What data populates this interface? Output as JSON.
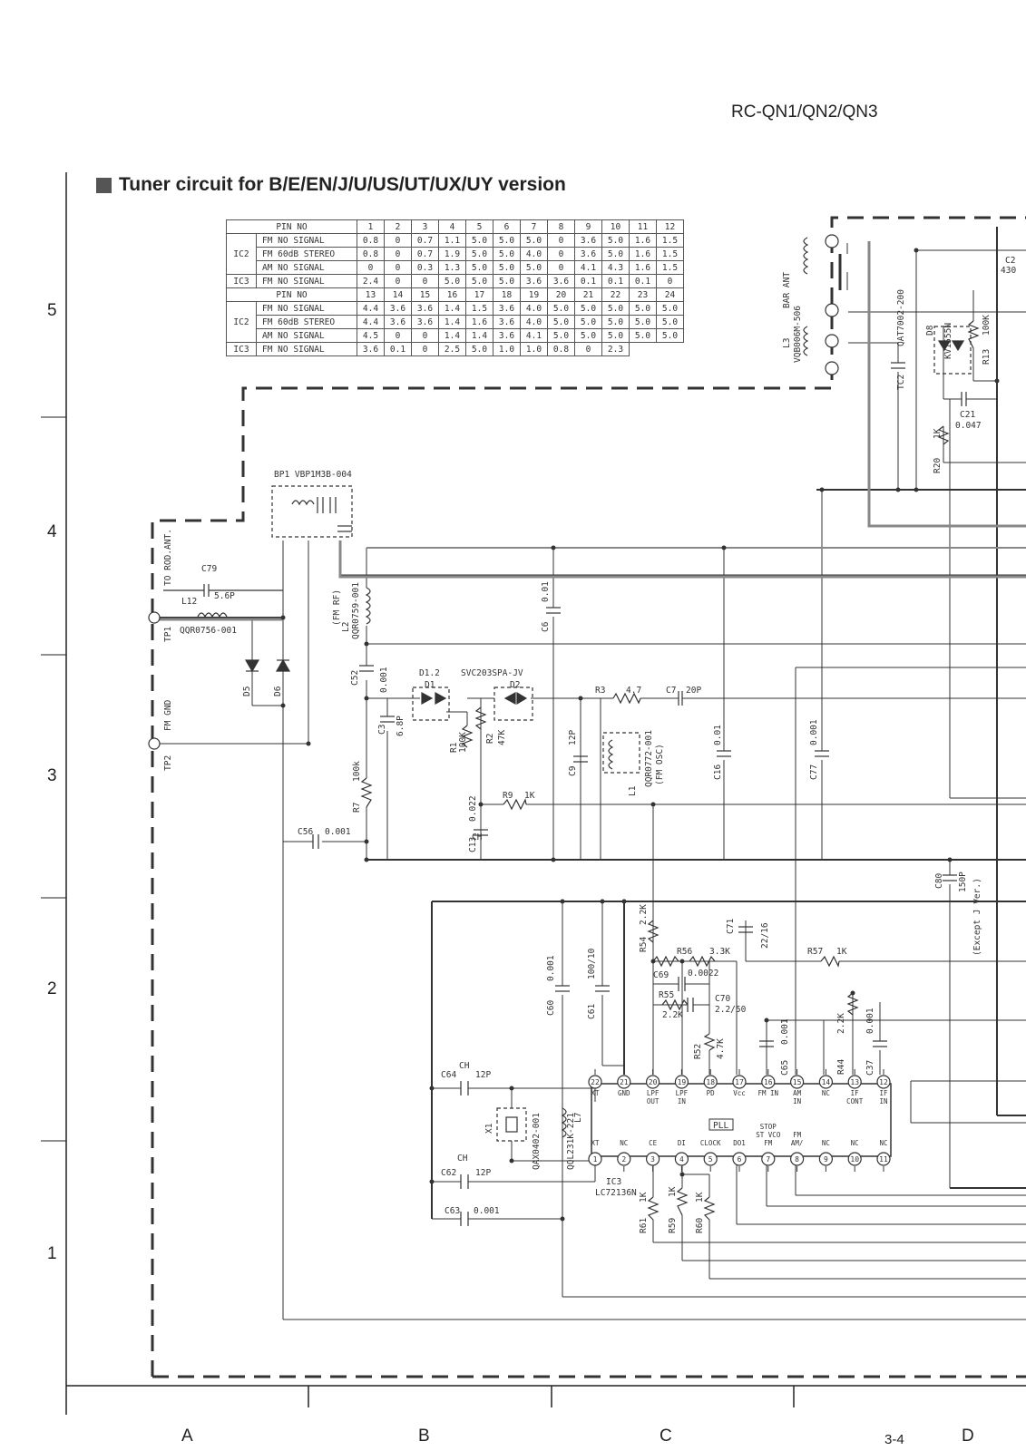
{
  "header": {
    "model": "RC-QN1/QN2/QN3",
    "section_title": "Tuner circuit for B/E/EN/J/U/US/UT/UX/UY version"
  },
  "grid": {
    "rows": [
      "5",
      "4",
      "3",
      "2",
      "1"
    ],
    "columns": [
      "A",
      "B",
      "C",
      "D"
    ],
    "page_number": "3-4"
  },
  "pin_table": {
    "header_label": "PIN NO",
    "pins_a": [
      "1",
      "2",
      "3",
      "4",
      "5",
      "6",
      "7",
      "8",
      "9",
      "10",
      "11",
      "12"
    ],
    "pins_b": [
      "13",
      "14",
      "15",
      "16",
      "17",
      "18",
      "19",
      "20",
      "21",
      "22",
      "23",
      "24"
    ],
    "block_a": [
      {
        "ic": "IC2",
        "rows": [
          {
            "cond": "FM NO SIGNAL",
            "v": [
              "0.8",
              "0",
              "0.7",
              "1.1",
              "5.0",
              "5.0",
              "5.0",
              "0",
              "3.6",
              "5.0",
              "1.6",
              "1.5"
            ]
          },
          {
            "cond": "FM 60dB STEREO",
            "v": [
              "0.8",
              "0",
              "0.7",
              "1.9",
              "5.0",
              "5.0",
              "4.0",
              "0",
              "3.6",
              "5.0",
              "1.6",
              "1.5"
            ]
          },
          {
            "cond": "AM NO SIGNAL",
            "v": [
              "0",
              "0",
              "0.3",
              "1.3",
              "5.0",
              "5.0",
              "5.0",
              "0",
              "4.1",
              "4.3",
              "1.6",
              "1.5"
            ]
          }
        ]
      },
      {
        "ic": "IC3",
        "rows": [
          {
            "cond": "FM NO SIGNAL",
            "v": [
              "2.4",
              "0",
              "0",
              "5.0",
              "5.0",
              "5.0",
              "3.6",
              "3.6",
              "0.1",
              "0.1",
              "0.1",
              "0"
            ]
          }
        ]
      }
    ],
    "block_b": [
      {
        "ic": "IC2",
        "rows": [
          {
            "cond": "FM NO SIGNAL",
            "v": [
              "4.4",
              "3.6",
              "3.6",
              "1.4",
              "1.5",
              "3.6",
              "4.0",
              "5.0",
              "5.0",
              "5.0",
              "5.0",
              "5.0"
            ]
          },
          {
            "cond": "FM 60dB STEREO",
            "v": [
              "4.4",
              "3.6",
              "3.6",
              "1.4",
              "1.6",
              "3.6",
              "4.0",
              "5.0",
              "5.0",
              "5.0",
              "5.0",
              "5.0"
            ]
          },
          {
            "cond": "AM NO SIGNAL",
            "v": [
              "4.5",
              "0",
              "0",
              "1.4",
              "1.4",
              "3.6",
              "4.1",
              "5.0",
              "5.0",
              "5.0",
              "5.0",
              "5.0"
            ]
          }
        ]
      },
      {
        "ic": "IC3",
        "rows": [
          {
            "cond": "FM NO SIGNAL",
            "v": [
              "3.6",
              "0.1",
              "0",
              "2.5",
              "5.0",
              "1.0",
              "1.0",
              "0.8",
              "0",
              "2.3",
              "",
              ""
            ]
          }
        ]
      }
    ]
  },
  "labels": {
    "bp1": "BP1  VBP1M3B-004",
    "to_rod_ant": "TO ROD.ANT.",
    "tp1": "TP1",
    "fm_gnd": "FM GND",
    "tp2": "TP2",
    "c79": "C79",
    "c79_val": "5.6P",
    "l12": "L12",
    "l12_val": "QQR0756-001",
    "d5": "D5",
    "d6": "D6",
    "l2": "L2",
    "l2_part": "QQR0759-001",
    "l2_note": "(FM RF)",
    "c6": "C6",
    "c6_val": "0.01",
    "c52": "C52",
    "c52_val": "0.001",
    "d12": "D1.2",
    "d12_part": "SVC203SPA-JV",
    "d1": "D1",
    "d2": "D2",
    "r3": "R3",
    "r3_val": "4.7",
    "c7": "C7",
    "c7_val": "20P",
    "c3": "C3",
    "c3_val": "6.8P",
    "r1": "R1",
    "r1_val": "100K",
    "r2": "R2",
    "r2_val": "47K",
    "c9": "C9",
    "c9_val": "12P",
    "l1": "L1",
    "l1_part": "QQR0772-001",
    "l1_note": "(FM OSC)",
    "c16": "C16",
    "c16_val": "0.01",
    "c77": "C77",
    "c77_val": "0.001",
    "r7": "R7",
    "r7_val": "100k",
    "r9": "R9",
    "r9_val": "1K",
    "c13": "C13",
    "c13_val": "0.022",
    "c56": "C56",
    "c56_val": "0.001",
    "ch_mark": "CH",
    "c80": "C80",
    "c80_val": "150P",
    "c80_note": "(Except J Ver.)",
    "l3": "L3",
    "l3_part": "VQB006M-506",
    "bar_ant": "BAR ANT",
    "tc2": "TC2",
    "tc2_part": "QAT7002-200",
    "d8": "D8",
    "d8_part": "KV1555N",
    "r13": "R13",
    "r13_val": "100K",
    "c21": "C21",
    "c21_val": "0.047",
    "r20": "R20",
    "r20_val": "1K",
    "c2_partial": "C2",
    "c2_val_partial": "430",
    "r54": "R54",
    "r54_val": "2.2K",
    "c71": "C71",
    "c71_val": "22/16",
    "r56": "R56",
    "r56_val": "3.3K",
    "r57": "R57",
    "r57_val": "1K",
    "c69": "C69",
    "c69_val": "0.0022",
    "r55": "R55",
    "r55_val": "2.2K",
    "c70": "C70",
    "c70_val": "2.2/50",
    "r52": "R52",
    "r52_val": "4.7K",
    "c60": "C60",
    "c60_val": "0.001",
    "c61": "C61",
    "c61_val": "100/10",
    "c65": "C65",
    "c65_val": "0.001",
    "r44": "R44",
    "r44_val": "2.2K",
    "c37": "C37",
    "c37_val": "0.001",
    "c64": "C64",
    "c64_val": "12P",
    "c62": "C62",
    "c62_val": "12P",
    "c63": "C63",
    "c63_val": "0.001",
    "x1": "X1",
    "x1_part": "QAX0402-001",
    "l7": "L7",
    "l7_part": "QQL231K-221",
    "ic3": "IC3",
    "ic3_part": "LC72136N",
    "pll": "PLL",
    "r61": "R61",
    "r61_val": "1K",
    "r59": "R59",
    "r59_val": "1K",
    "r60": "R60",
    "r60_val": "1K"
  },
  "ic3_pins": {
    "top": [
      {
        "n": "22",
        "l": "XT"
      },
      {
        "n": "21",
        "l": "GND"
      },
      {
        "n": "20",
        "l": "LPF",
        "l2": "OUT"
      },
      {
        "n": "19",
        "l": "LPF",
        "l2": "IN"
      },
      {
        "n": "18",
        "l": "PD"
      },
      {
        "n": "17",
        "l": "Vcc"
      },
      {
        "n": "16",
        "l": "FM IN"
      },
      {
        "n": "15",
        "l": "AM",
        "l2": "IN"
      },
      {
        "n": "14",
        "l": "NC"
      },
      {
        "n": "13",
        "l": "IF",
        "l2": "CONT"
      },
      {
        "n": "12",
        "l": "IF",
        "l2": "IN"
      }
    ],
    "bottom": [
      {
        "n": "1",
        "l": "XT"
      },
      {
        "n": "2",
        "l": "NC"
      },
      {
        "n": "3",
        "l": "CE"
      },
      {
        "n": "4",
        "l": "DI"
      },
      {
        "n": "5",
        "l": "CLOCK"
      },
      {
        "n": "6",
        "l": "DO1"
      },
      {
        "n": "7",
        "l": "FM",
        "l2": "ST VCO",
        "l3": "STOP"
      },
      {
        "n": "8",
        "l": "AM/",
        "l2": "FM"
      },
      {
        "n": "9",
        "l": "NC"
      },
      {
        "n": "10",
        "l": "NC"
      },
      {
        "n": "11",
        "l": "NC"
      }
    ]
  }
}
